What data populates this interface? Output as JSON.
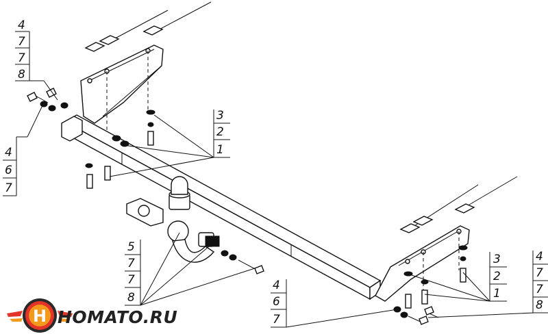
{
  "brand": {
    "name": "HOMATO.RU",
    "logo_letter": "H",
    "colors": {
      "red": "#e3342a",
      "orange": "#f39a1c",
      "dark": "#2a2a2a"
    }
  },
  "callouts": {
    "top_left": [
      "4",
      "7",
      "7",
      "8"
    ],
    "left_mid": [
      "4",
      "6",
      "7"
    ],
    "center_top": [
      "3",
      "2",
      "1"
    ],
    "bottom_left": [
      "5",
      "7",
      "7",
      "8"
    ],
    "bottom_mid": [
      "4",
      "6",
      "7"
    ],
    "right_mid": [
      "3",
      "2",
      "1"
    ],
    "right_far": [
      "4",
      "7",
      "7",
      "8"
    ]
  }
}
